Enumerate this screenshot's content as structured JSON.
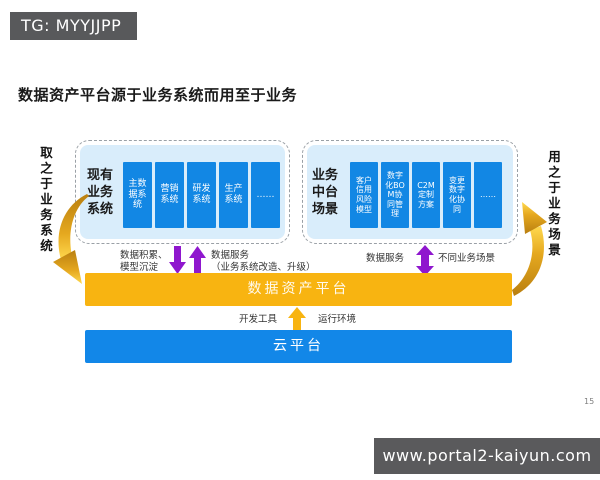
{
  "banner": {
    "text": "TG: MYYJJPP"
  },
  "title": "数据资产平台源于业务系统而用至于业务",
  "sides": {
    "left_vertical_label": "取之于业务系统",
    "right_vertical_label": "用之于业务场景"
  },
  "source_systems": {
    "label": "现有业务系统",
    "items": [
      "主数据系统",
      "营销系统",
      "研发系统",
      "生产系统",
      "……"
    ]
  },
  "scenario_group": {
    "label": "业务中台场景",
    "items": [
      "客户信用风险模型",
      "数字化BOM协同管理",
      "C2M定制方案",
      "变更数字化协同",
      "……"
    ]
  },
  "left_exchange": {
    "down_label_line1": "数据积累、",
    "down_label_line2": "模型沉淀",
    "up_label_line1": "数据服务",
    "up_label_line2": "（业务系统改造、升级）"
  },
  "right_exchange": {
    "label_left": "数据服务",
    "label_right": "不同业务场景"
  },
  "platform_bar": {
    "label": "数据资产平台"
  },
  "cloud_exchange": {
    "label_left": "开发工具",
    "label_right": "运行环境"
  },
  "cloud_bar": {
    "label": "云平台"
  },
  "page_number": "15",
  "watermark": {
    "text": "www.portal2-kaiyun.com"
  },
  "colors": {
    "banner_bg": "#58595B",
    "panel_bg": "#D9EDFB",
    "system_block_blue": "#1287E4",
    "platform_bar_orange": "#F8B411",
    "cloud_bar_blue": "#1287E8",
    "flow_arrow_purple": "#8F17CE",
    "curve_arrow_dark_gold": "#B97F10",
    "curve_arrow_light_gold": "#FFD94F",
    "watermark_bg": "#5A5A5C"
  }
}
